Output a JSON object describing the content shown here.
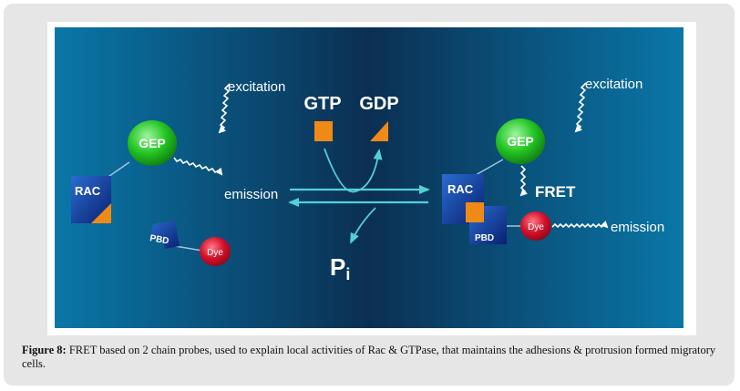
{
  "figure": {
    "left_panel": {
      "excitation": "excitation",
      "gep": "GEP",
      "rac": "RAC",
      "emission": "emission",
      "pbd": "PBD",
      "dye": "Dye"
    },
    "center": {
      "gtp": "GTP",
      "gdp": "GDP",
      "pi_main": "P",
      "pi_sub": "i"
    },
    "right_panel": {
      "excitation": "excitation",
      "gep": "GEP",
      "rac": "RAC",
      "fret": "FRET",
      "pbd": "PBD",
      "dye": "Dye",
      "emission": "emission"
    },
    "colors": {
      "background_edge": "#0a77a8",
      "background_center": "#0b2f52",
      "gep_green": "#22c422",
      "rac_blue": "#1040a0",
      "orange": "#ef8a16",
      "dye_red": "#d4102a",
      "arrow_cyan": "#53d0d6"
    }
  },
  "caption": {
    "label": "Figure 8:",
    "text": " FRET based on 2 chain probes, used to explain local activities of Rac & GTPase, that maintains the adhesions & protrusion formed migratory cells."
  }
}
